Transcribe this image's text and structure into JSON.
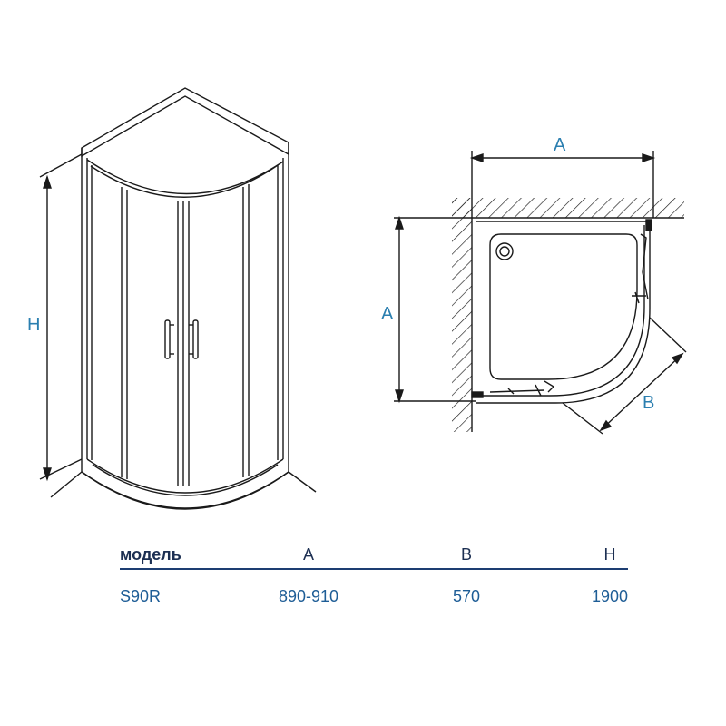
{
  "drawing": {
    "perspective_view": {
      "height_label": "H"
    },
    "plan_view": {
      "width_label": "A",
      "depth_label": "A",
      "arc_label": "B"
    }
  },
  "colors": {
    "lines": "#1a1a1a",
    "labels": "#2b7fb0",
    "table_header": "#1c2f52",
    "table_values": "#1e5d96",
    "rule": "#1d3e72"
  },
  "table": {
    "headers": [
      "модель",
      "A",
      "B",
      "H"
    ],
    "rows": [
      [
        "S90R",
        "890-910",
        "570",
        "1900"
      ]
    ]
  }
}
